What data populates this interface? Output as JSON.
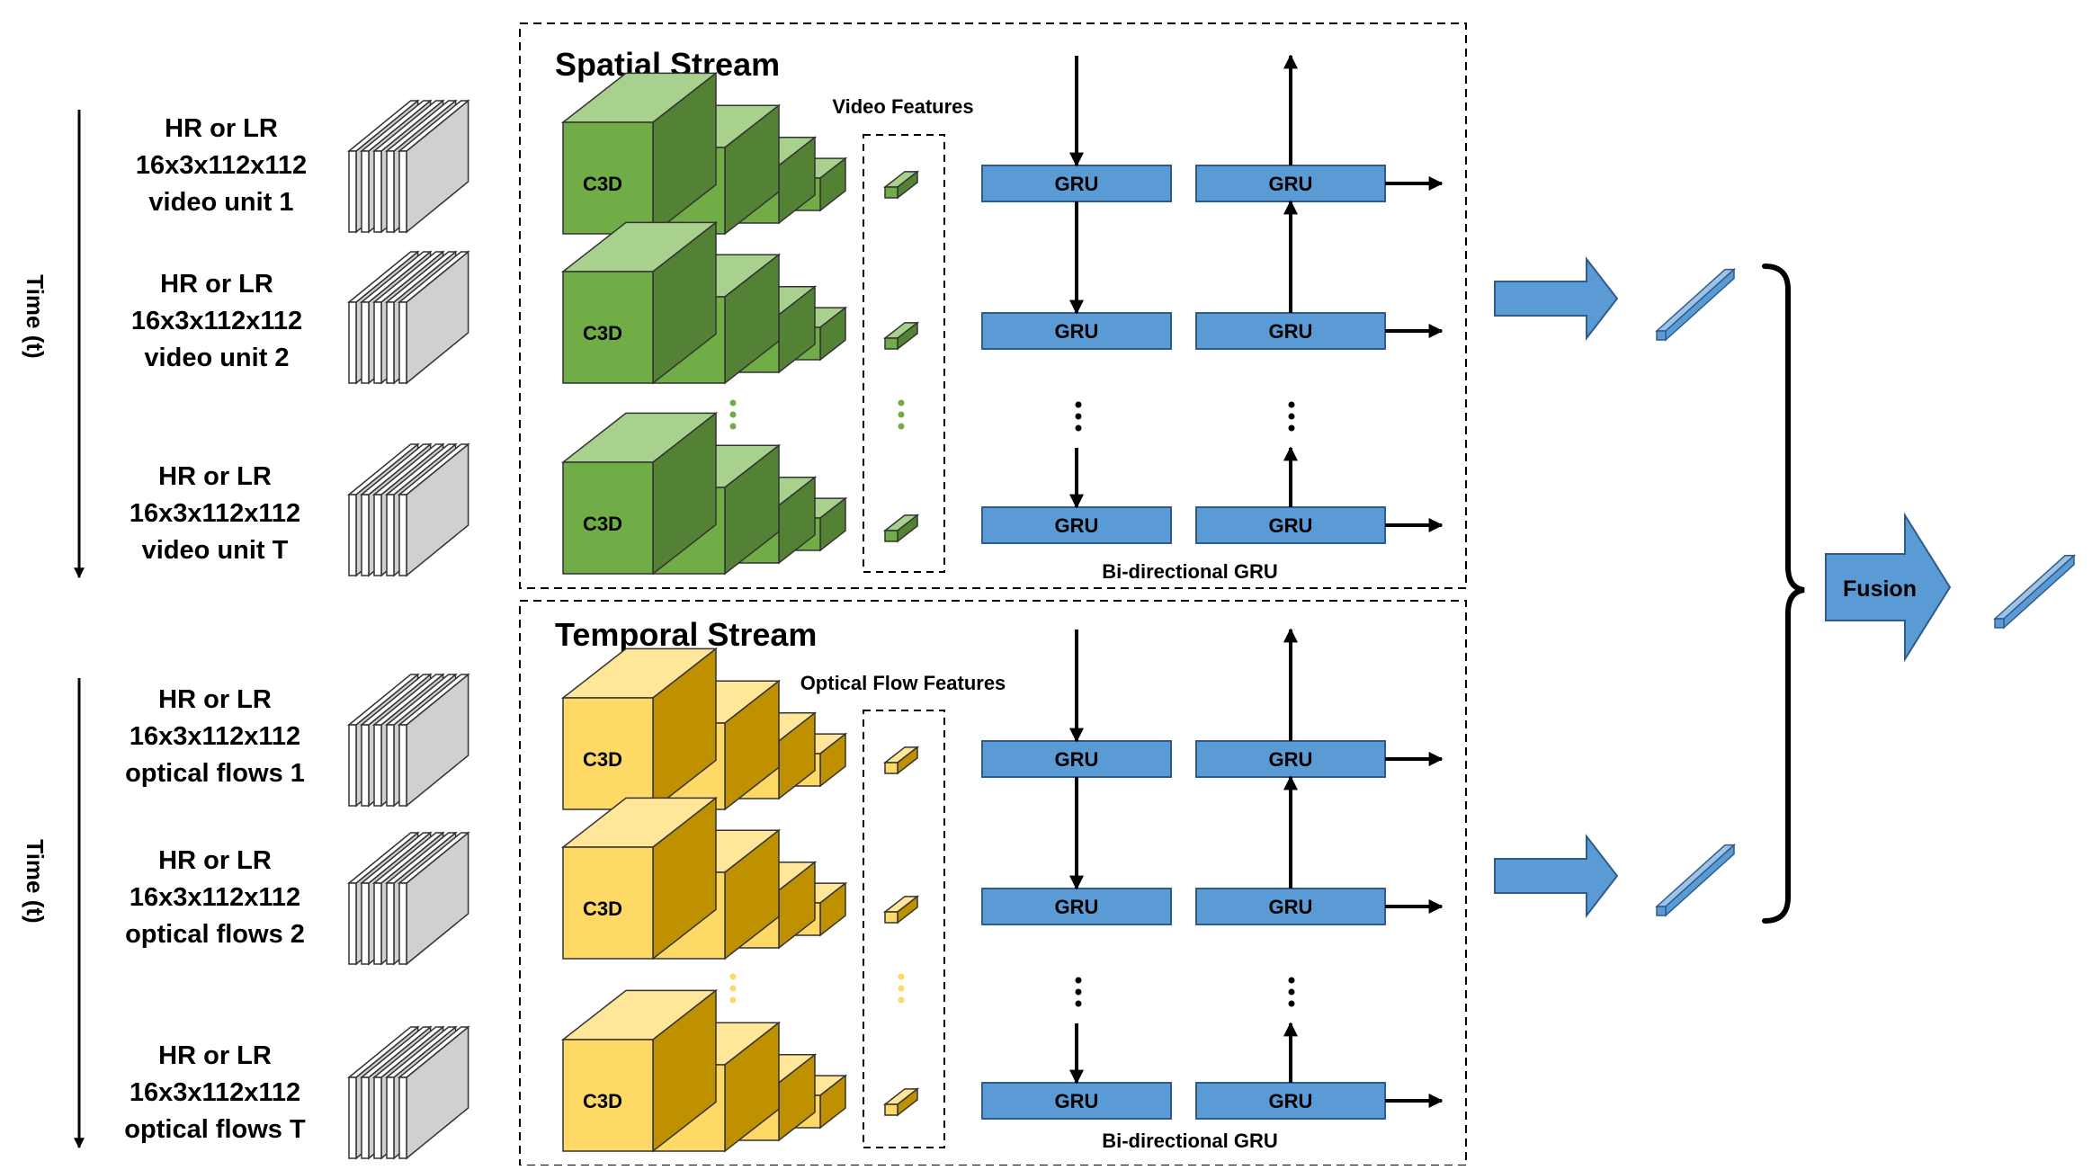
{
  "colors": {
    "green_front": "#70AD47",
    "green_top": "#A9D18E",
    "green_side": "#548235",
    "yellow_front": "#FFD966",
    "yellow_top": "#FFE699",
    "yellow_side": "#BF9000",
    "gru_fill": "#5B9BD5",
    "gru_stroke": "#2E5B8A",
    "frame_fill": "#FFFFFF",
    "frame_side": "#D0D0D0",
    "green_dots": "#70AD47",
    "yellow_dots": "#FFD966"
  },
  "time_axis_label": "Time (t)",
  "spatial": {
    "title": "Spatial Stream",
    "features_label": "Video Features",
    "bigru_label": "Bi-directional GRU",
    "units": [
      [
        "HR or LR",
        "16x3x112x112",
        "video unit 1"
      ],
      [
        "HR or LR",
        "16x3x112x112",
        "video unit 2"
      ],
      [
        "HR or LR",
        "16x3x112x112",
        "video unit T"
      ]
    ]
  },
  "temporal": {
    "title": "Temporal Stream",
    "features_label": "Optical Flow Features",
    "bigru_label": "Bi-directional GRU",
    "units": [
      [
        "HR or LR",
        "16x3x112x112",
        "optical flows 1"
      ],
      [
        "HR or LR",
        "16x3x112x112",
        "optical flows 2"
      ],
      [
        "HR or LR",
        "16x3x112x112",
        "optical flows T"
      ]
    ]
  },
  "c3d_label": "C3D",
  "gru_label": "GRU",
  "fusion_label": "Fusion"
}
